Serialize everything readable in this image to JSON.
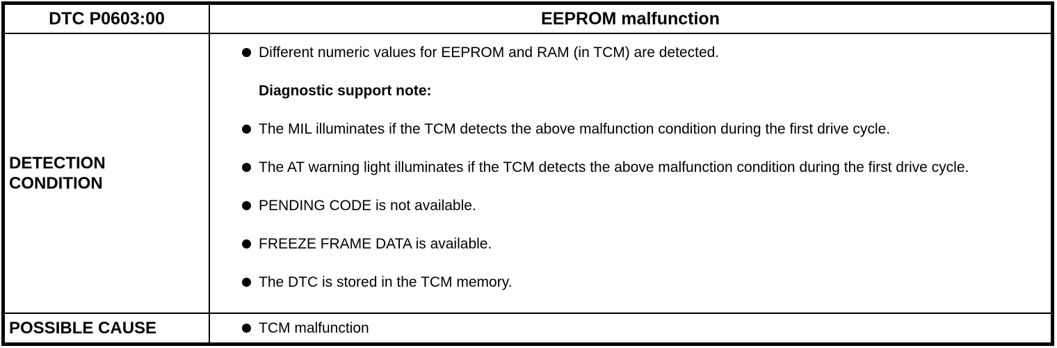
{
  "colors": {
    "border": "#000000",
    "text": "#000000",
    "background": "#ffffff"
  },
  "table": {
    "header": {
      "code": "DTC P0603:00",
      "title": "EEPROM malfunction"
    },
    "detection": {
      "label": "DETECTION CONDITION",
      "items": [
        {
          "type": "bullet",
          "text": "Different numeric values for EEPROM and RAM (in TCM) are detected."
        },
        {
          "type": "note",
          "text": "Diagnostic support note:"
        },
        {
          "type": "bullet",
          "text": "The MIL illuminates if the TCM detects the above malfunction condition during the first drive cycle."
        },
        {
          "type": "bullet",
          "text": "The AT warning light illuminates if the TCM detects the above malfunction condition during the first drive cycle."
        },
        {
          "type": "bullet",
          "text": "PENDING CODE is not available."
        },
        {
          "type": "bullet",
          "text": "FREEZE FRAME DATA is available."
        },
        {
          "type": "bullet",
          "text": "The DTC is stored in the TCM memory."
        }
      ]
    },
    "possible_cause": {
      "label": "POSSIBLE CAUSE",
      "items": [
        {
          "type": "bullet",
          "text": "TCM malfunction"
        }
      ]
    }
  }
}
